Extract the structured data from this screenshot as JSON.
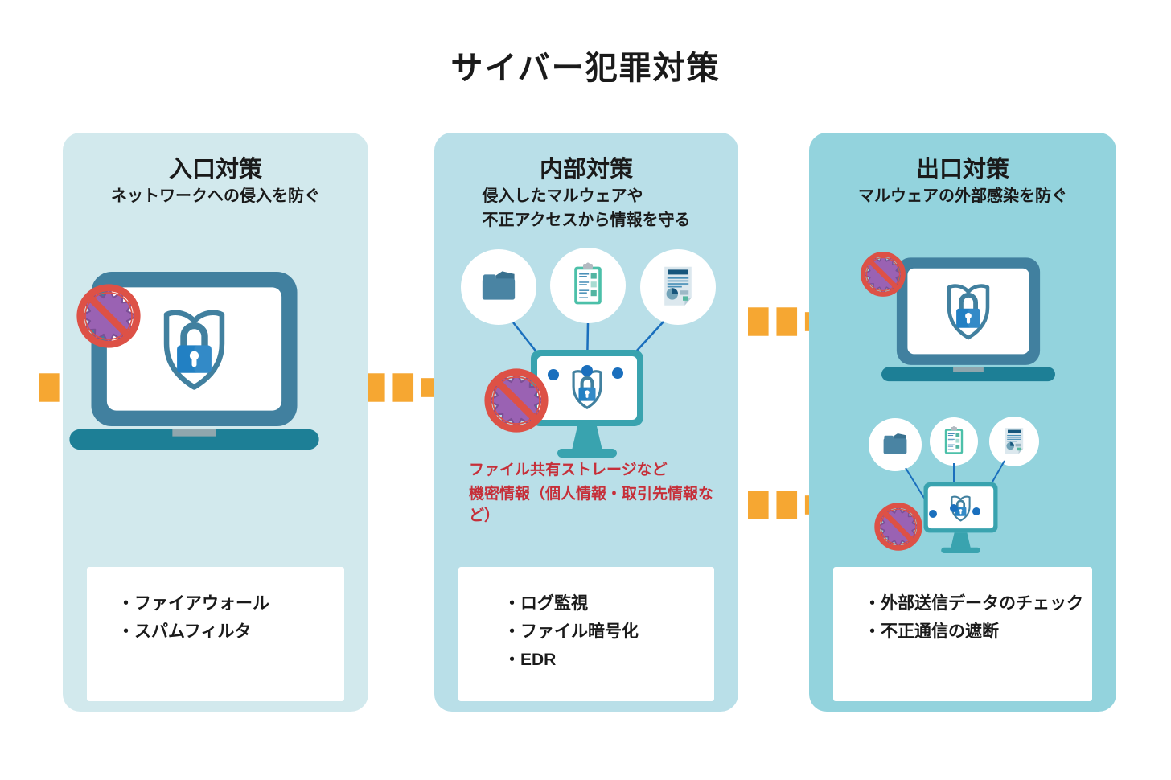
{
  "title": "サイバー犯罪対策",
  "colors": {
    "panel1_bg": "#d2e9ed",
    "panel2_bg": "#b9dfe8",
    "panel3_bg": "#93d3dd",
    "arrow_orange": "#f6a732",
    "ban_red": "#dd5146",
    "virus_purple": "#9a62b3",
    "device_frame_blue": "#41809f",
    "laptop_base_teal": "#1d7f96",
    "monitor_teal": "#39a3af",
    "lock_blue": "#2280c3",
    "connector_blue": "#1a6fbd",
    "caption_red": "#c62f39"
  },
  "panels": [
    {
      "title": "入口対策",
      "subtitle": "ネットワークへの侵入を防ぐ",
      "items": [
        "・ファイアウォール",
        "・スパムフィルタ"
      ]
    },
    {
      "title": "内部対策",
      "subtitle": "侵入したマルウェアや\n不正アクセスから情報を守る",
      "caption_line1": "ファイル共有ストレージなど",
      "caption_line2": "機密情報（個人情報・取引先情報など）",
      "items": [
        "・ログ監視",
        "・ファイル暗号化",
        "・EDR"
      ]
    },
    {
      "title": "出口対策",
      "subtitle": "マルウェアの外部感染を防ぐ",
      "items": [
        "・外部送信データのチェック",
        "・不正通信の遮断"
      ]
    }
  ]
}
